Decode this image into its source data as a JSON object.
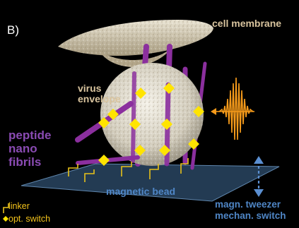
{
  "panel_label": "B)",
  "labels": {
    "cell_membrane": "cell membrane",
    "virus_envelope": [
      "virus",
      "envelope"
    ],
    "peptide_nano_fibrils": [
      "peptide",
      "nano",
      "fibrils"
    ],
    "magnetic_bead": "magnetic bead",
    "magn_tweezer": [
      "magn. tweezer",
      "mechan. switch"
    ]
  },
  "legend": {
    "linker": "linker",
    "opt_switch": "opt. switch"
  },
  "colors": {
    "background": "#000000",
    "membrane": "#c9bb9c",
    "virus": "#d7d2c4",
    "fibril": "#8b2f9e",
    "switch": "#ffe400",
    "linker": "#e8c21a",
    "bead": "#2e4a66",
    "pulse": "#f59a1a",
    "tweezer": "#5b8fd1"
  },
  "icons": {
    "switch": "yellow-diamond",
    "linker": "step-line",
    "pulse": "light-pulse-waveform",
    "tweezer": "double-arrow-vertical"
  }
}
